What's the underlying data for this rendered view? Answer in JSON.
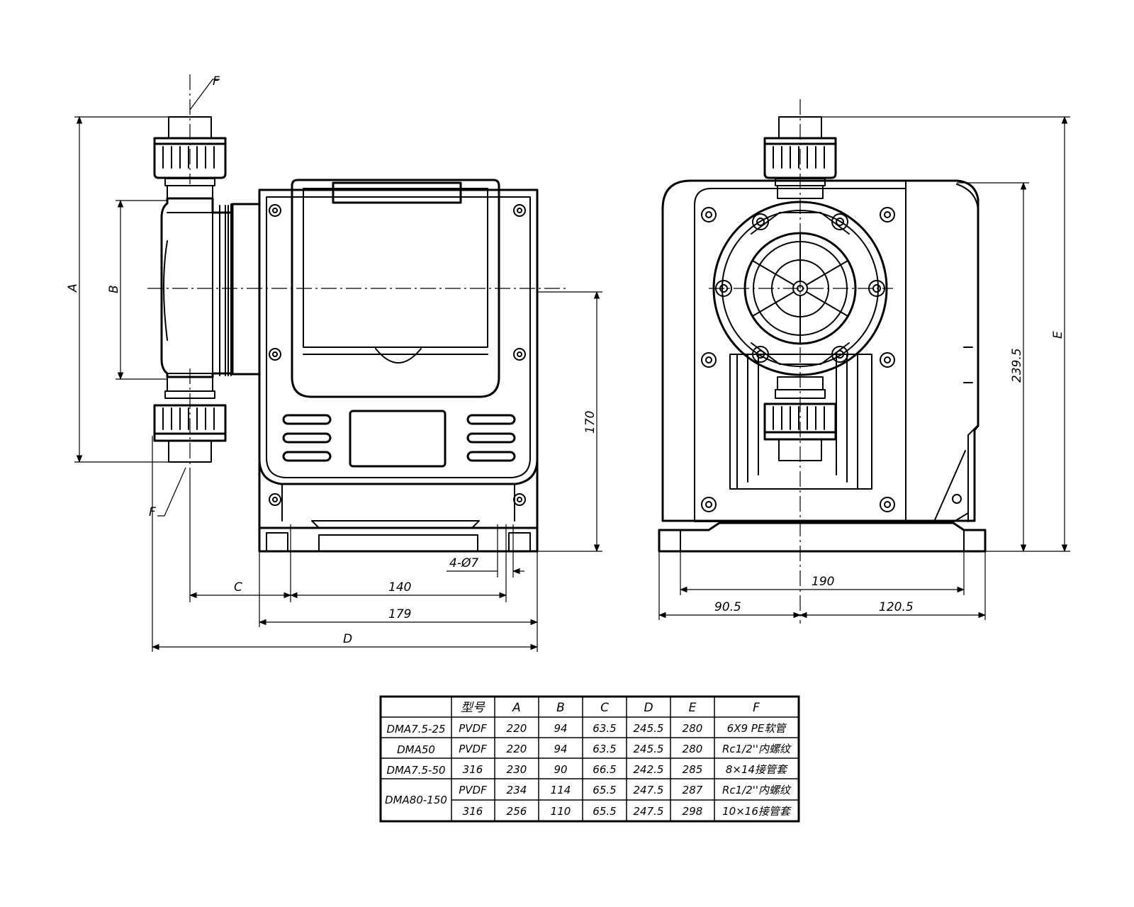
{
  "dimensions": {
    "left_view": {
      "A": "A",
      "B": "B",
      "C": "C",
      "D": "D",
      "F_top": "F",
      "F_bottom": "F",
      "width_140": "140",
      "width_179": "179",
      "height_170": "170",
      "holes": "4-Ø7"
    },
    "right_view": {
      "E": "E",
      "height_239_5": "239.5",
      "width_190": "190",
      "left_90_5": "90.5",
      "right_120_5": "120.5"
    }
  },
  "table": {
    "headers": [
      "",
      "型号",
      "A",
      "B",
      "C",
      "D",
      "E",
      "F"
    ],
    "models": [
      "DMA7.5-25",
      "DMA50",
      "DMA7.5-50",
      "DMA80-150"
    ],
    "rows": [
      [
        "PVDF",
        "220",
        "94",
        "63.5",
        "245.5",
        "280",
        "6X9 PE软管"
      ],
      [
        "PVDF",
        "220",
        "94",
        "63.5",
        "245.5",
        "280",
        "Rc1/2''内螺纹"
      ],
      [
        "316",
        "230",
        "90",
        "66.5",
        "242.5",
        "285",
        "8×14接管套"
      ],
      [
        "PVDF",
        "234",
        "114",
        "65.5",
        "247.5",
        "287",
        "Rc1/2''内螺纹"
      ],
      [
        "316",
        "256",
        "110",
        "65.5",
        "247.5",
        "298",
        "10×16接管套"
      ]
    ]
  }
}
